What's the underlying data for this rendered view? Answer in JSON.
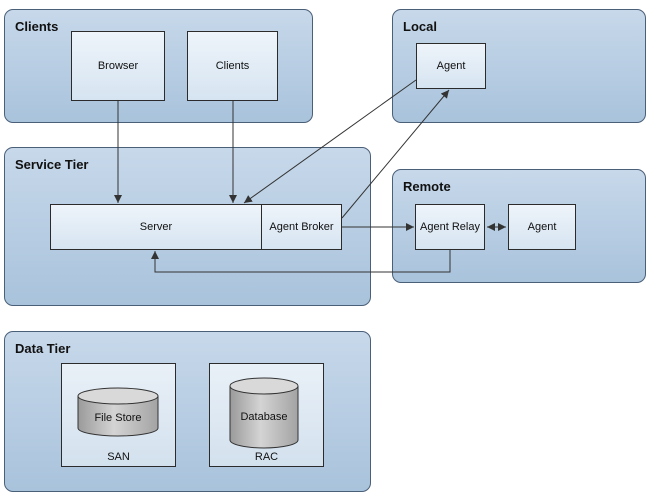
{
  "groups": {
    "clients": "Clients",
    "local": "Local",
    "service": "Service Tier",
    "remote": "Remote",
    "data": "Data Tier"
  },
  "nodes": {
    "browser": "Browser",
    "clients": "Clients",
    "local_agent": "Agent",
    "server": "Server",
    "agent_broker": "Agent Broker",
    "agent_relay": "Agent Relay",
    "remote_agent": "Agent"
  },
  "storage": {
    "san": {
      "container": "SAN",
      "store": "File Store"
    },
    "rac": {
      "container": "RAC",
      "store": "Database"
    }
  },
  "colors": {
    "group_fill": "#b8cfe4",
    "group_border": "#4a5f78",
    "node_fill": "#e3edf6",
    "line": "#333333"
  }
}
